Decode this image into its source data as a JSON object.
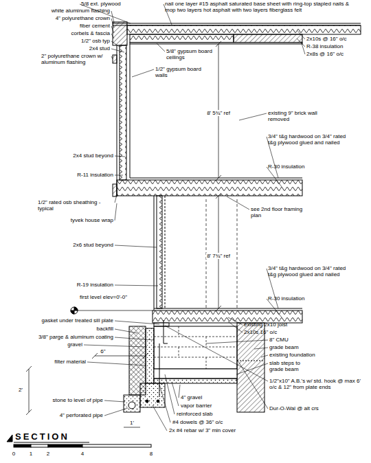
{
  "diagram": {
    "title": "SECTION",
    "labels": [
      "5/8 ext. plywood",
      "white aluminum flashing",
      "4\" polyurethane crown",
      "fiber cement",
      "corbels & fascia",
      "1/2\" osb typ",
      "2x4 stud",
      "2\" polyurethane crown w/ aluminum flashing",
      "nail one layer #15 asphalt saturated base sheet with ring-top stapled nails & mop two layers hot asphalt with two layers fiberglass felt",
      "2x10s @ 16\" o/c",
      "R-38 insulation",
      "2x8s @ 16\" o/c",
      "5/8\" gypsum board ceilings",
      "1/2\" gypsum board walls",
      "8' 5¾\" ref",
      "existing 9\" brick wall removed",
      "2x4 stud beyond",
      "R-11 insulation",
      "3/4\" t&g hardwood on 3/4\" rated t&g plywood glued and nailed",
      "R-30 insulation",
      "1/2\" rated osb sheathing - typical",
      "tyvek house wrap",
      "see 2nd floor framing plan",
      "2x6 stud beyond",
      "8' 7¾\" ref",
      "3/4\" t&g hardwood on 3/4\" rated t&g plywood glued and nailed",
      "R-19 insulation",
      "R-30 insulation",
      "first level elev=0'-0\"",
      "gasket under treated sill plate",
      "backfill",
      "3/8\" parge & aluminum coating",
      "gravel",
      "6\"",
      "filter material",
      "2'",
      "stone to level of pipe",
      "4\" perforated pipe",
      "1'",
      "existing 2x10 joist",
      "2x10s 16\" o/c",
      "8\" CMU",
      "grade beam",
      "existing foundation",
      "slab steps to grade beam",
      "1/2\"x10\" A.B.'s w/ std. hook @ max 6' o/c & 12\" from plate ends",
      "Dur-O-Wal @ alt crs",
      "4\" gravel",
      "vapor barrier",
      "reinforced slab",
      "#4 dowels @ 36\" o/c",
      "2x #4 rebar w/ 3\" min cover",
      "0",
      "1",
      "2",
      "4",
      "8"
    ]
  }
}
